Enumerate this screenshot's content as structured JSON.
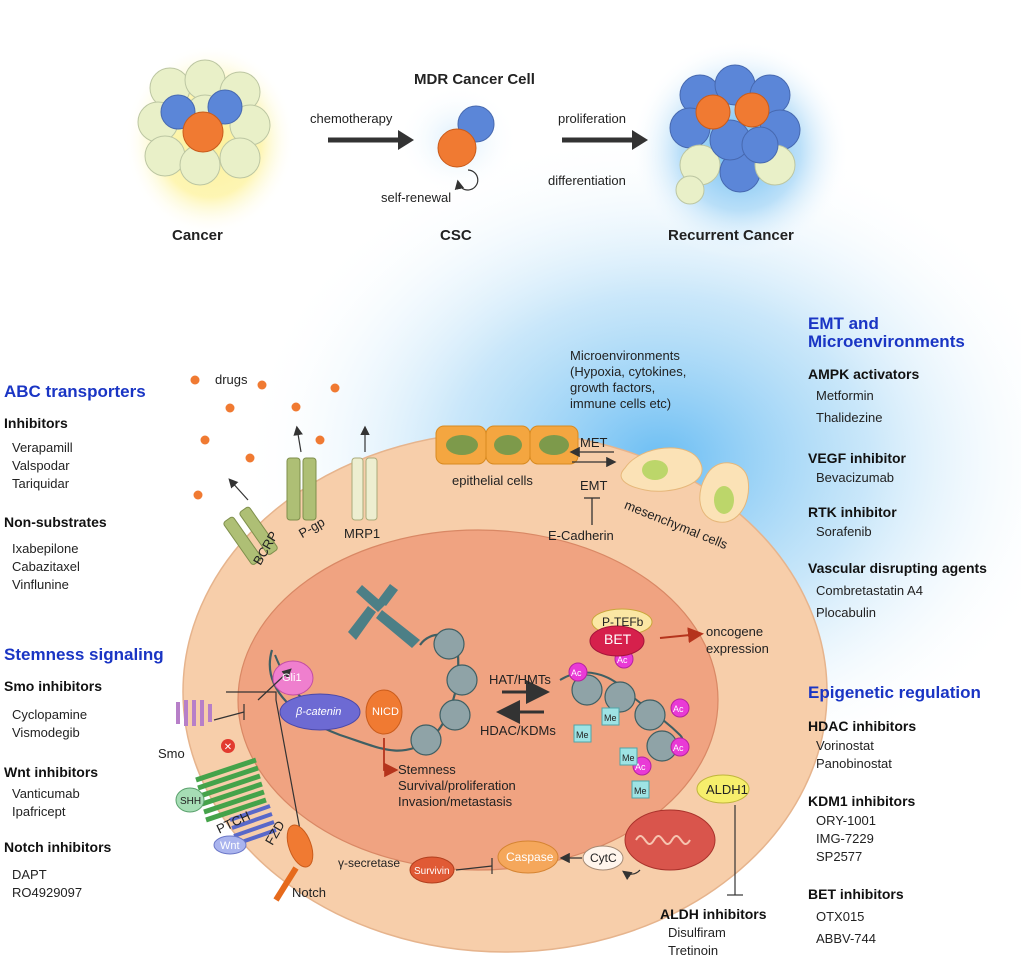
{
  "top": {
    "title": "MDR Cancer Cell",
    "cancer": "Cancer",
    "csc": "CSC",
    "recurrent": "Recurrent Cancer",
    "chemotherapy": "chemotherapy",
    "self_renewal": "self-renewal",
    "proliferation": "proliferation",
    "differentiation": "differentiation"
  },
  "abc": {
    "heading": "ABC transporters",
    "inhibitors_title": "Inhibitors",
    "inhibitors": [
      "Verapamill",
      "Valspodar",
      "Tariquidar"
    ],
    "nonsub_title": "Non-substrates",
    "nonsub": [
      "Ixabepilone",
      "Cabazitaxel",
      "Vinflunine"
    ]
  },
  "stemness": {
    "heading": "Stemness signaling",
    "smo_title": "Smo inhibitors",
    "smo": [
      "Cyclopamine",
      "Vismodegib"
    ],
    "wnt_title": "Wnt inhibitors",
    "wnt": [
      "Vanticumab",
      "Ipafricept"
    ],
    "notch_title": "Notch inhibitors",
    "notch": [
      "DAPT",
      "RO4929097"
    ]
  },
  "emt": {
    "heading_line1": "EMT and",
    "heading_line2": "Microenvironments",
    "ampk_title": "AMPK activators",
    "ampk": [
      "Metformin",
      "Thalidezine"
    ],
    "vegf_title": "VEGF inhibitor",
    "vegf": [
      "Bevacizumab"
    ],
    "rtk_title": "RTK inhibitor",
    "rtk": [
      "Sorafenib"
    ],
    "vda_title": "Vascular disrupting agents",
    "vda": [
      "Combretastatin A4",
      "Plocabulin"
    ]
  },
  "epi": {
    "heading": "Epigenetic regulation",
    "hdac_title": "HDAC inhibitors",
    "hdac": [
      "Vorinostat",
      "Panobinostat"
    ],
    "kdm_title": "KDM1 inhibitors",
    "kdm": [
      "ORY-1001",
      "IMG-7229",
      "SP2577"
    ],
    "bet_title": "BET inhibitors",
    "bet": [
      "OTX015",
      "ABBV-744"
    ]
  },
  "aldh": {
    "title": "ALDH inhibitors",
    "items": [
      "Disulfiram",
      "Tretinoin"
    ]
  },
  "diagram": {
    "drugs": "drugs",
    "bcrp": "BCRP",
    "pgp": "P-gp",
    "mrp1": "MRP1",
    "micro_lines": [
      "Microenvironments",
      "(Hypoxia, cytokines,",
      "growth factors,",
      "immune cells etc)"
    ],
    "epithelial": "epithelial cells",
    "mesenchymal": "mesenchymal cells",
    "met": "MET",
    "emt": "EMT",
    "ecad": "E-Cadherin",
    "ptefb": "P-TEFb",
    "bet": "BET",
    "ac": "Ac",
    "me": "Me",
    "oncogene_lines": [
      "oncogene",
      "expression"
    ],
    "hat": "HAT/HMTs",
    "hdac": "HDAC/KDMs",
    "gli1": "Gli1",
    "bcat": "β-catenin",
    "nicd": "NICD",
    "outcome_lines": [
      "Stemness",
      "Survival/proliferation",
      "Invasion/metastasis"
    ],
    "aldh1": "ALDH1",
    "cytc": "CytC",
    "caspase": "Caspase",
    "survivin": "Survivin",
    "smo": "Smo",
    "shh": "SHH",
    "ptch": "PTCH",
    "wnt": "Wnt",
    "fzd": "FZD",
    "notch": "Notch",
    "gsec": "γ-secretase"
  },
  "colors": {
    "heading_blue": "#1a35c4",
    "cancer_cell_blue": "#5b86d8",
    "cancer_cell_orange": "#f07a32",
    "cell_body": "#f7ceaa",
    "nucleus": "#f0a381",
    "glow_blue": "#6ab8f0"
  }
}
